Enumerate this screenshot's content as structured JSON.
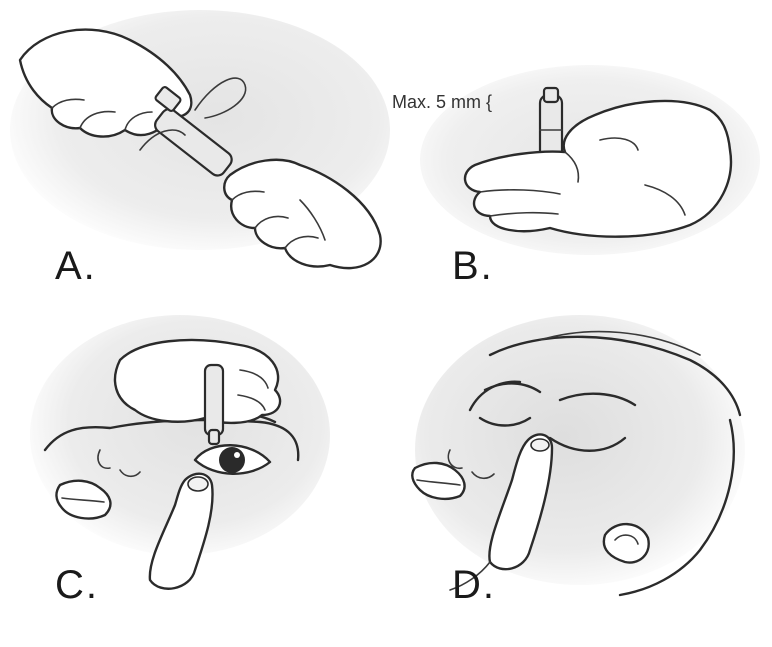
{
  "panels": [
    {
      "id": "A",
      "label": "A."
    },
    {
      "id": "B",
      "label": "B.",
      "annotation": "Max. 5 mm {"
    },
    {
      "id": "C",
      "label": "C."
    },
    {
      "id": "D",
      "label": "D."
    }
  ],
  "colors": {
    "ink": "#2b2b2b",
    "shadow": "#d9d9d9",
    "background": "#ffffff"
  }
}
